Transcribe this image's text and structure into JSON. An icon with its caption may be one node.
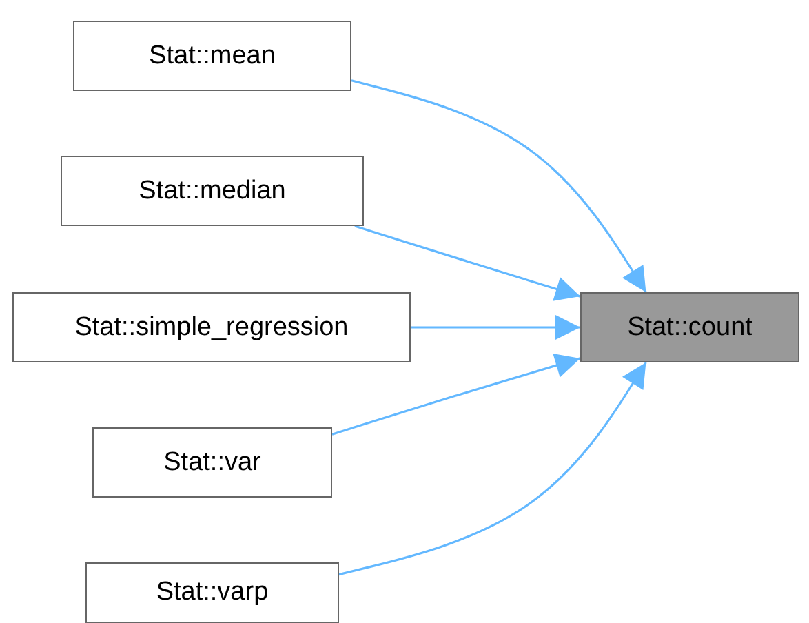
{
  "diagram": {
    "nodes": [
      {
        "text": [
          "Stat::count"
        ]
      },
      {
        "text": [
          "Stat::mean"
        ]
      },
      {
        "text": [
          "Stat::median"
        ]
      },
      {
        "text": [
          "Stat::simple_regression"
        ]
      },
      {
        "text": [
          "Stat::var"
        ]
      },
      {
        "text": [
          "Stat::varp"
        ]
      }
    ],
    "edges": [
      {
        "from": 1,
        "to": 0,
        "arrow": "to"
      },
      {
        "from": 2,
        "to": 0,
        "arrow": "to"
      },
      {
        "from": 3,
        "to": 0,
        "arrow": "to"
      },
      {
        "from": 4,
        "to": 0,
        "arrow": "to"
      },
      {
        "from": 5,
        "to": 0,
        "arrow": "to"
      }
    ]
  }
}
